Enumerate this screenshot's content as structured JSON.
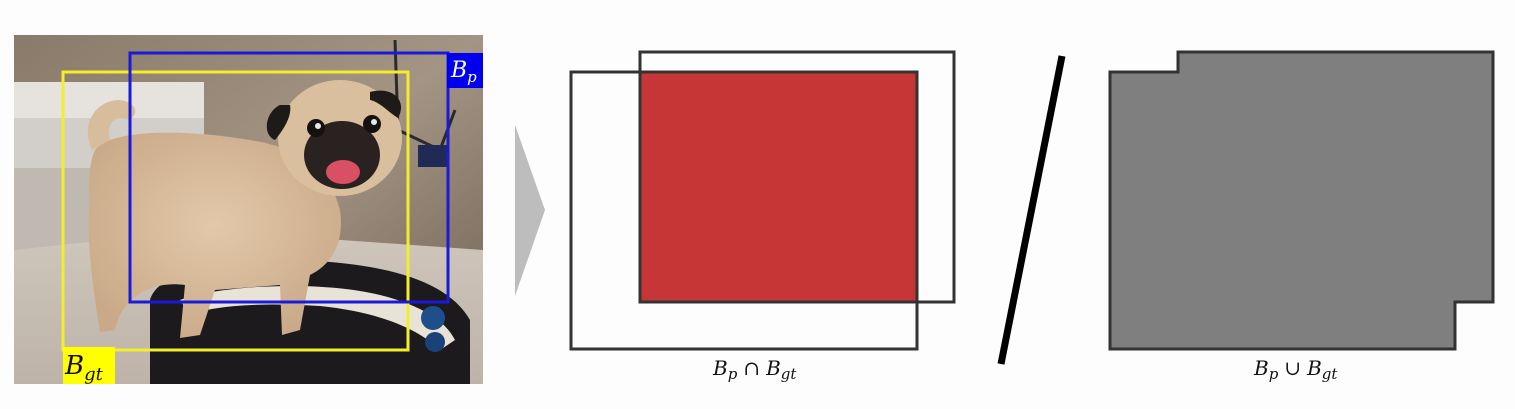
{
  "photo": {
    "predicted_box_label": {
      "main": "B",
      "sub": "p"
    },
    "ground_truth_box_label": {
      "main": "B",
      "sub": "gt"
    },
    "colors": {
      "predicted": "#1a1adb",
      "ground_truth": "#f2ee2a",
      "predicted_tag": "#0000ee",
      "ground_truth_tag": "#ffff00"
    }
  },
  "intersection": {
    "caption": {
      "a": "B",
      "a_sub": "p",
      "op": "∩",
      "b": "B",
      "b_sub": "gt"
    },
    "fill_color": "#c63636"
  },
  "union": {
    "caption": {
      "a": "B",
      "a_sub": "p",
      "op": "∪",
      "b": "B",
      "b_sub": "gt"
    },
    "fill_color": "#7f7f7f"
  },
  "icons": {
    "arrow": "arrow-right-icon",
    "divide": "division-slash-icon"
  }
}
